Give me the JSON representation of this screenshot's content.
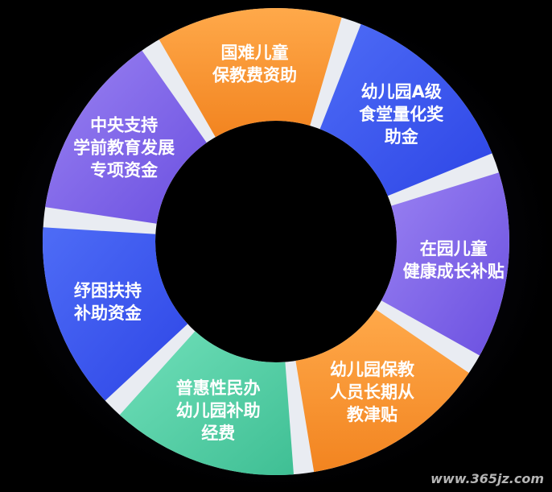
{
  "segments": [
    {
      "lines": [
        "中央支持",
        "学前教育发展",
        "专项资金"
      ],
      "color": "purple"
    },
    {
      "lines": [
        "国难儿童",
        "保教费资助"
      ],
      "color": "orange"
    },
    {
      "lines": [
        "幼儿园A级",
        "食堂量化奖",
        "助金"
      ],
      "color": "blue"
    },
    {
      "lines": [
        "在园儿童",
        "健康成长补贴"
      ],
      "color": "purple"
    },
    {
      "lines": [
        "幼儿园保教",
        "人员长期从",
        "教津贴"
      ],
      "color": "orange"
    },
    {
      "lines": [
        "普惠性民办",
        "幼儿园补助",
        "经费"
      ],
      "color": "green"
    },
    {
      "lines": [
        "纾困扶持",
        "补助资金"
      ],
      "color": "blue"
    }
  ],
  "watermark": "www.365jz.com"
}
